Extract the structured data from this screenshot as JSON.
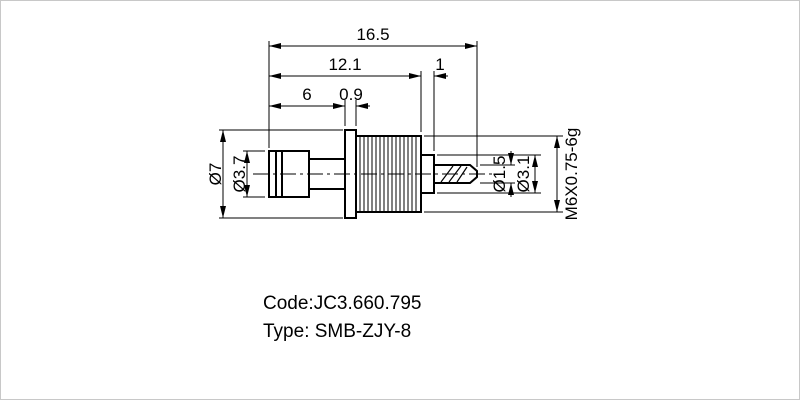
{
  "colors": {
    "line": "#000000",
    "background": "#ffffff",
    "border": "#c8c8c8"
  },
  "drawing": {
    "dim_overall_length": "16.5",
    "dim_body_length": "12.1",
    "dim_step_length": "1",
    "dim_front_length": "6",
    "dim_flange_thickness": "0.9",
    "dim_flange_diameter": "Ø7",
    "dim_barrel_diameter": "Ø3.7",
    "dim_pin_diameter": "Ø1.5",
    "dim_shaft_diameter": "Ø3.1",
    "thread_spec": "M6X0.75-6g"
  },
  "footer": {
    "code": "Code:JC3.660.795",
    "type": "Type: SMB-ZJY-8"
  }
}
